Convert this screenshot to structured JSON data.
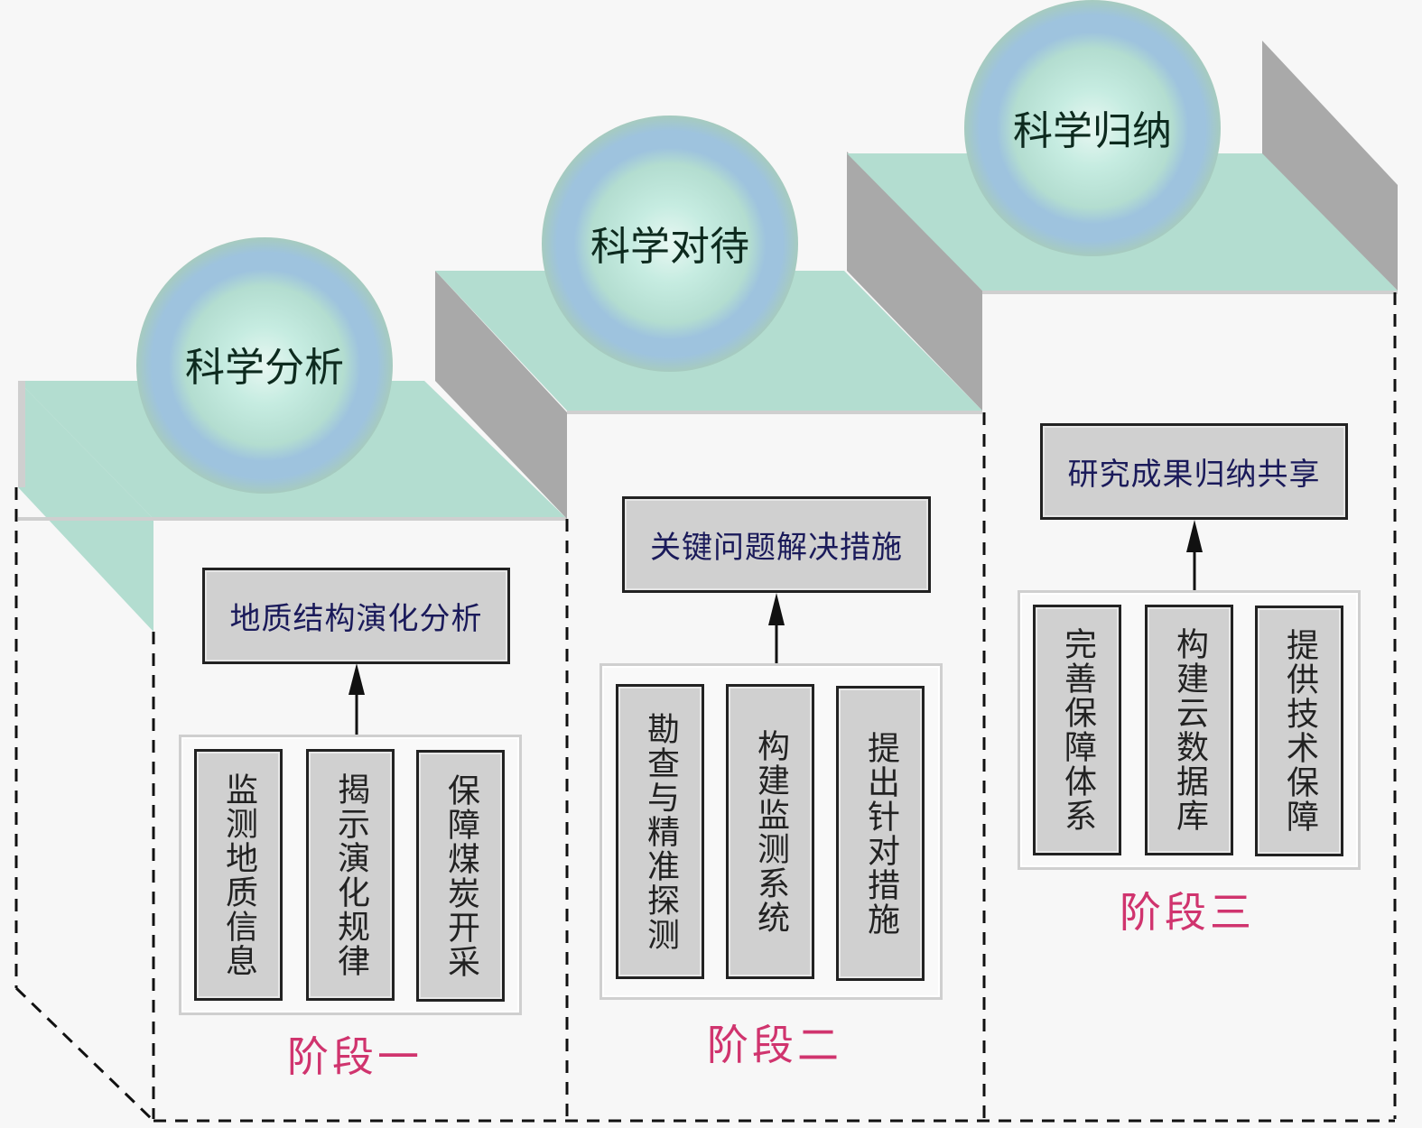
{
  "stages": [
    {
      "sphere_label": "科学分析",
      "top_box": "地质结构演化分析",
      "columns": [
        "监测地质信息",
        "揭示演化规律",
        "保障煤炭开采"
      ],
      "stage_label": "阶段一"
    },
    {
      "sphere_label": "科学对待",
      "top_box": "关键问题解决措施",
      "columns": [
        "勘查与精准探测",
        "构建监测系统",
        "提出针对措施"
      ],
      "stage_label": "阶段二"
    },
    {
      "sphere_label": "科学归纳",
      "top_box": "研究成果归纳共享",
      "columns": [
        "完善保障体系",
        "构建云数据库",
        "提供技术保障"
      ],
      "stage_label": "阶段三"
    }
  ],
  "colors": {
    "step_top": "#b3ddd0",
    "step_side": "#a9a9a9",
    "sphere_ring": "#9ec3de",
    "stage_label": "#d0346e"
  }
}
